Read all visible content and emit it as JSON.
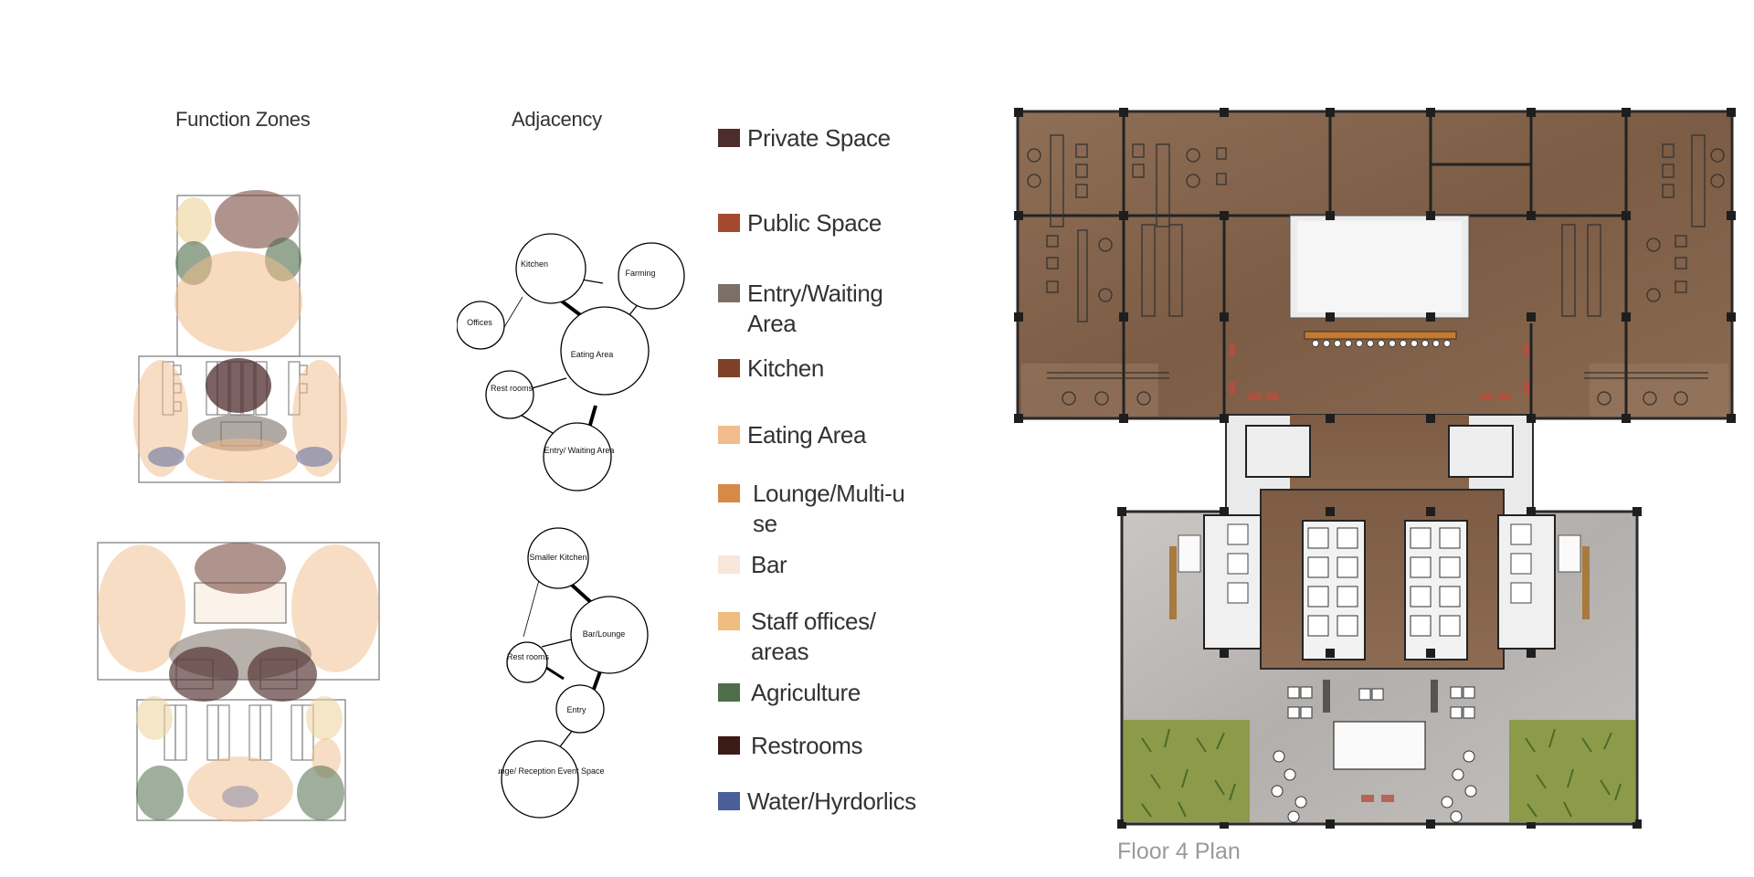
{
  "function_zones": {
    "title": "Function Zones"
  },
  "adjacency": {
    "title": "Adjacency",
    "upper": {
      "nodes": [
        "Kitchen",
        "Farming",
        "Offices",
        "Eating Area",
        "Rest rooms",
        "Entry/ Waiting Area"
      ]
    },
    "lower": {
      "nodes": [
        "Smaller Kitchen",
        "Bar/Lounge",
        "Rest rooms",
        "Entry",
        "Lounge/ Reception Event Space"
      ]
    }
  },
  "legend": [
    {
      "label": "Private Space",
      "color": "#4f2c2c"
    },
    {
      "label": "Public Space",
      "color": "#a4492f"
    },
    {
      "label": "Entry/Waiting Area",
      "color": "#7b6f66"
    },
    {
      "label": "Kitchen",
      "color": "#7e4027"
    },
    {
      "label": "Eating Area",
      "color": "#f2bb8b"
    },
    {
      "label": "Lounge/Multi-use",
      "color": "#d68a45"
    },
    {
      "label": "Bar",
      "color": "#f7e6d9"
    },
    {
      "label": "Staff offices/ areas",
      "color": "#eebd7f"
    },
    {
      "label": "Agriculture",
      "color": "#4f6d4b"
    },
    {
      "label": "Restrooms",
      "color": "#3c1a16"
    },
    {
      "label": "Water/Hyrdorlics",
      "color": "#4a5f99"
    }
  ],
  "plan": {
    "caption": "Floor 4 Plan"
  }
}
